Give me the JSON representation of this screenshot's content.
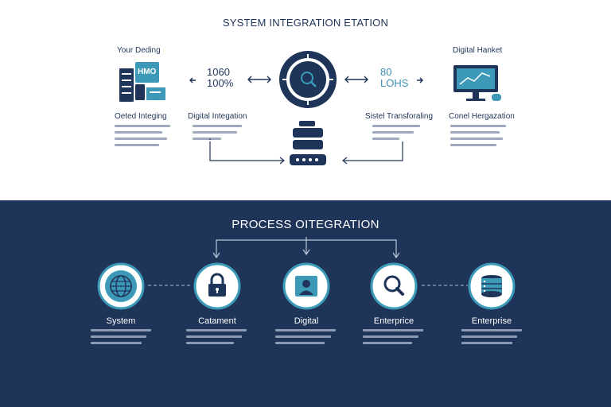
{
  "top": {
    "title": "SYSTEM INTEGRATION ETATION",
    "left_header": "Your Deding",
    "right_header": "Digital Hanket",
    "stat_left": {
      "line1": "1060",
      "line2": "100%"
    },
    "stat_right": {
      "line1": "80",
      "line2": "LOHS"
    },
    "monitor_badge": "HMO",
    "captions": [
      "Oeted Integing",
      "Digital Integation",
      "Sistel Transforaling",
      "Conel Hergazation"
    ]
  },
  "bottom": {
    "title": "PROCESS OITEGRATION",
    "nodes": [
      {
        "label": "System",
        "icon": "globe-icon"
      },
      {
        "label": "Catament",
        "icon": "lock-icon"
      },
      {
        "label": "Digital",
        "icon": "user-icon"
      },
      {
        "label": "Enterprice",
        "icon": "search-icon"
      },
      {
        "label": "Enterprise",
        "icon": "database-icon"
      }
    ]
  },
  "colors": {
    "navy": "#1e3458",
    "teal": "#3c9ab8",
    "white": "#ffffff"
  }
}
